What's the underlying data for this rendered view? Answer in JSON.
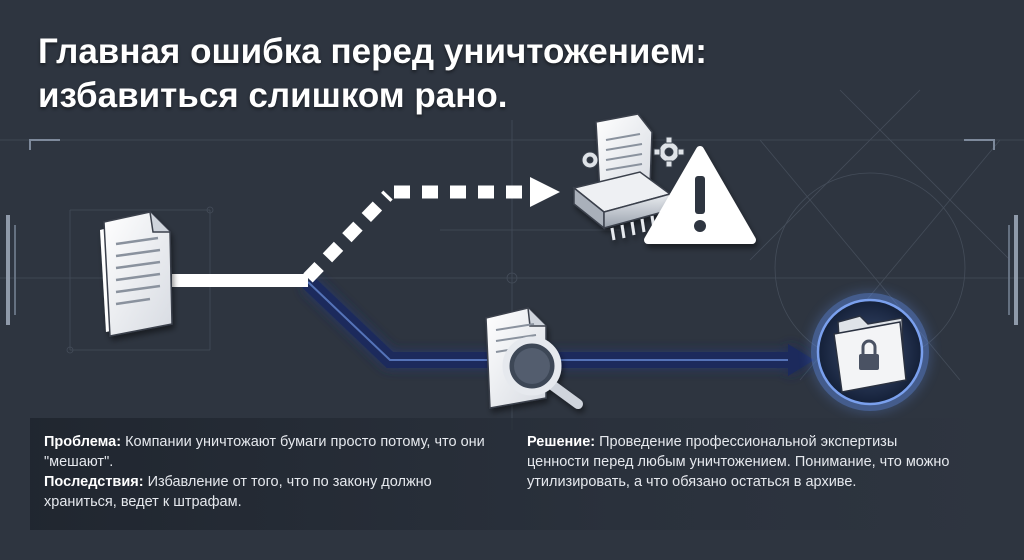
{
  "title": {
    "line1": "Главная ошибка перед уничтожением:",
    "line2": "избавиться слишком рано."
  },
  "left": {
    "problem_label": "Проблема:",
    "problem_text": " Компании уничтожают бумаги просто потому, что они \"мешают\".",
    "consequence_label": "Последствия:",
    "consequence_text": " Избавление от того, что по закону должно храниться, ведет к штрафам."
  },
  "right": {
    "solution_label": "Решение:",
    "solution_text": " Проведение профессиональной экспертизы ценности перед любым уничтожением. Понимание, что можно утилизировать, а что обязано остаться в архиве."
  },
  "icons": {
    "source": "document-icon",
    "shredder": "shredder-icon",
    "gear": "gear-icon",
    "warning": "warning-icon",
    "inspect": "magnifier-document-icon",
    "archive": "locked-folder-icon"
  },
  "colors": {
    "background": "#2e3540",
    "bad_path": "#ffffff",
    "good_path": "#1a2a5c",
    "glow": "#5a84d8"
  }
}
